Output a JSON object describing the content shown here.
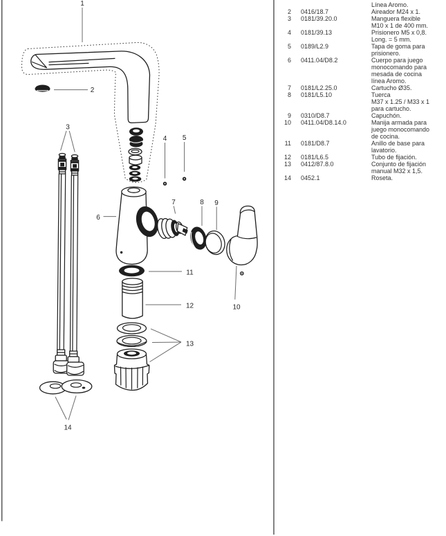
{
  "diagram": {
    "labels": [
      "1",
      "2",
      "3",
      "4",
      "5",
      "6",
      "7",
      "8",
      "9",
      "10",
      "11",
      "12",
      "13",
      "14"
    ]
  },
  "parts_list": {
    "items": [
      {
        "num": "",
        "code": "",
        "desc": [
          "Línea Aromo."
        ]
      },
      {
        "num": "2",
        "code": "0416/18.7",
        "desc": [
          "Aireador M24 x 1."
        ]
      },
      {
        "num": "3",
        "code": "0181/39.20.0",
        "desc": [
          "Manguera flexible",
          "M10 x 1 de 400 mm."
        ]
      },
      {
        "num": "4",
        "code": "0181/39.13",
        "desc": [
          "Prisionero M5 x 0,8.",
          "Long. = 5 mm."
        ]
      },
      {
        "num": "5",
        "code": "0189/L2.9",
        "desc": [
          "Tapa de goma para",
          "prisionero."
        ]
      },
      {
        "num": "6",
        "code": "0411.04/D8.2",
        "desc": [
          "Cuerpo para juego",
          "monocomando para",
          "mesada de cocina",
          "línea Aromo."
        ]
      },
      {
        "num": "7",
        "code": "0181/L2.25.0",
        "desc": [
          "Cartucho Ø35."
        ]
      },
      {
        "num": "8",
        "code": "0181/L5.10",
        "desc": [
          "Tuerca",
          "M37 x 1.25 / M33 x 1",
          "para cartucho."
        ]
      },
      {
        "num": "9",
        "code": "0310/D8.7",
        "desc": [
          "Capuchón."
        ]
      },
      {
        "num": "10",
        "code": "0411.04/D8.14.0",
        "desc": [
          "Manija armada para",
          "juego monocomando",
          "de cocina."
        ]
      },
      {
        "num": "11",
        "code": "0181/D8.7",
        "desc": [
          "Anillo de base para",
          "lavatorio."
        ]
      },
      {
        "num": "12",
        "code": "0181/L6.5",
        "desc": [
          "Tubo de fijación."
        ]
      },
      {
        "num": "13",
        "code": "0412/87.8.0",
        "desc": [
          "Conjunto de fijación",
          "manual M32 x 1,5."
        ]
      },
      {
        "num": "14",
        "code": "0452.1",
        "desc": [
          "Roseta."
        ]
      }
    ]
  }
}
